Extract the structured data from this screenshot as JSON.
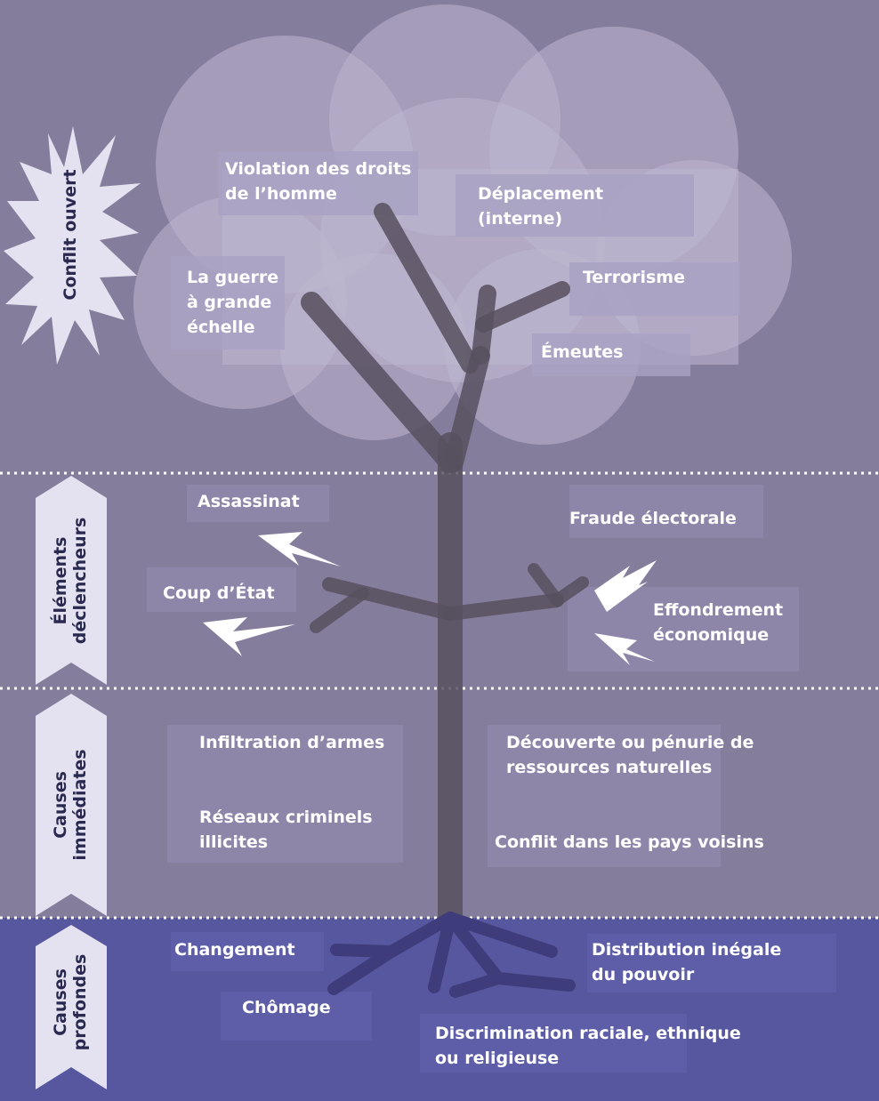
{
  "sections": {
    "open_conflict": {
      "title": "Conflit ouvert"
    },
    "triggers": {
      "title": "Éléments\ndéclencheurs"
    },
    "proximate": {
      "title": "Causes\nimmédiates"
    },
    "root": {
      "title": "Causes\nprofondes"
    }
  },
  "crown": {
    "human_rights": "Violation des droits\nde l’homme",
    "displacement": "Déplacement\n(interne)",
    "war": "La guerre\nà grande\néchelle",
    "terrorism": "Terrorisme",
    "riots": "Émeutes"
  },
  "triggers": {
    "assassination": "Assassinat",
    "coup": "Coup d’État",
    "electoral_fraud": "Fraude électorale",
    "economic_collapse": "Effondrement\néconomique"
  },
  "proximate": {
    "arms": "Infiltration d’armes",
    "criminal_networks": "Réseaux criminels\nillicites",
    "resources": "Découverte ou pénurie de\nressources naturelles",
    "neighbour_conflict": "Conflit dans les pays voisins"
  },
  "root": {
    "change": "Changement",
    "unemployment": "Chômage",
    "power": "Distribution inégale\ndu pouvoir",
    "discrimination": "Discrimination raciale, ethnique\nou religieuse"
  },
  "colors": {
    "top_band": "#857d9c",
    "root_band": "#5757a0",
    "crown": "#bdb7cf",
    "trunk": "#57505f",
    "roots": "#3f3c7b",
    "label_box": "#918aae",
    "side_tab": "#e4e2f0",
    "side_text": "#2a2950"
  }
}
